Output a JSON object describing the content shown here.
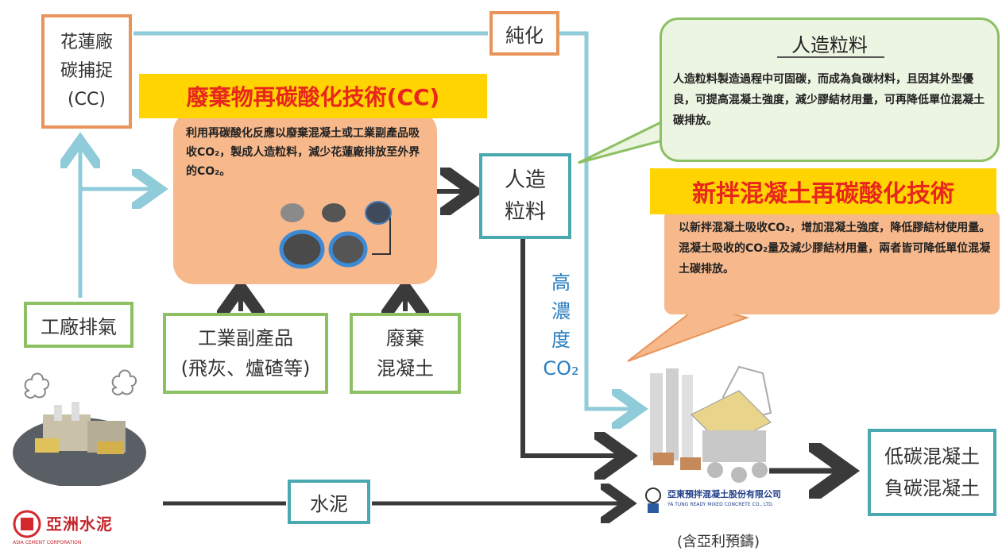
{
  "plant_box": {
    "line1": "花蓮廠",
    "line2": "碳捕捉",
    "line3": "(CC)"
  },
  "purify_box": {
    "label": "純化"
  },
  "cc_tech": {
    "title": "廢棄物再碳酸化技術(CC)",
    "desc": "利用再碳酸化反應以廢棄混凝土或工業副產品吸收CO₂，製成人造粒料，減少花蓮廠排放至外界的CO₂。"
  },
  "aggregate_box": {
    "line1": "人造",
    "line2": "粒料"
  },
  "aggregate_callout": {
    "title": "人造粒料",
    "desc": "人造粒料製造過程中可固碳，而成為負碳材料，且因其外型優良，可提高混凝土強度，減少膠結材用量，可再降低單位混凝土碳排放。"
  },
  "fresh_tech": {
    "title": "新拌混凝土再碳酸化技術",
    "desc": "以新拌混凝土吸收CO₂，增加混凝土強度，降低膠結材使用量。混凝土吸收的CO₂量及減少膠結材用量，兩者皆可降低單位混凝土碳排放。"
  },
  "exhaust_box": {
    "label": "工廠排氣"
  },
  "byproduct_box": {
    "line1": "工業副產品",
    "line2": "(飛灰、爐碴等)"
  },
  "waste_box": {
    "line1": "廢棄",
    "line2": "混凝土"
  },
  "co2_label": {
    "c1": "高",
    "c2": "濃",
    "c3": "度",
    "c4": "CO₂"
  },
  "cement_box": {
    "label": "水泥"
  },
  "lowcarbon_box": {
    "line1": "低碳混凝土",
    "line2": "負碳混凝土"
  },
  "asia_cement": {
    "name": "亞洲水泥",
    "sub": "ASIA CEMENT CORPORATION"
  },
  "yatung": {
    "name": "亞東預拌混凝土股份有限公司",
    "sub": "YA TUNG READY MIXED CONCRETE CO., LTD.",
    "note": "(含亞利預鑄)"
  },
  "colors": {
    "orange": "#f7b98c",
    "orange_border": "#e8945a",
    "green": "#8cc063",
    "teal": "#4aa8b0",
    "lightblue": "#8fcbd8",
    "dark": "#3a3a3a",
    "yellow": "#ffd400",
    "red": "#e8261d"
  }
}
